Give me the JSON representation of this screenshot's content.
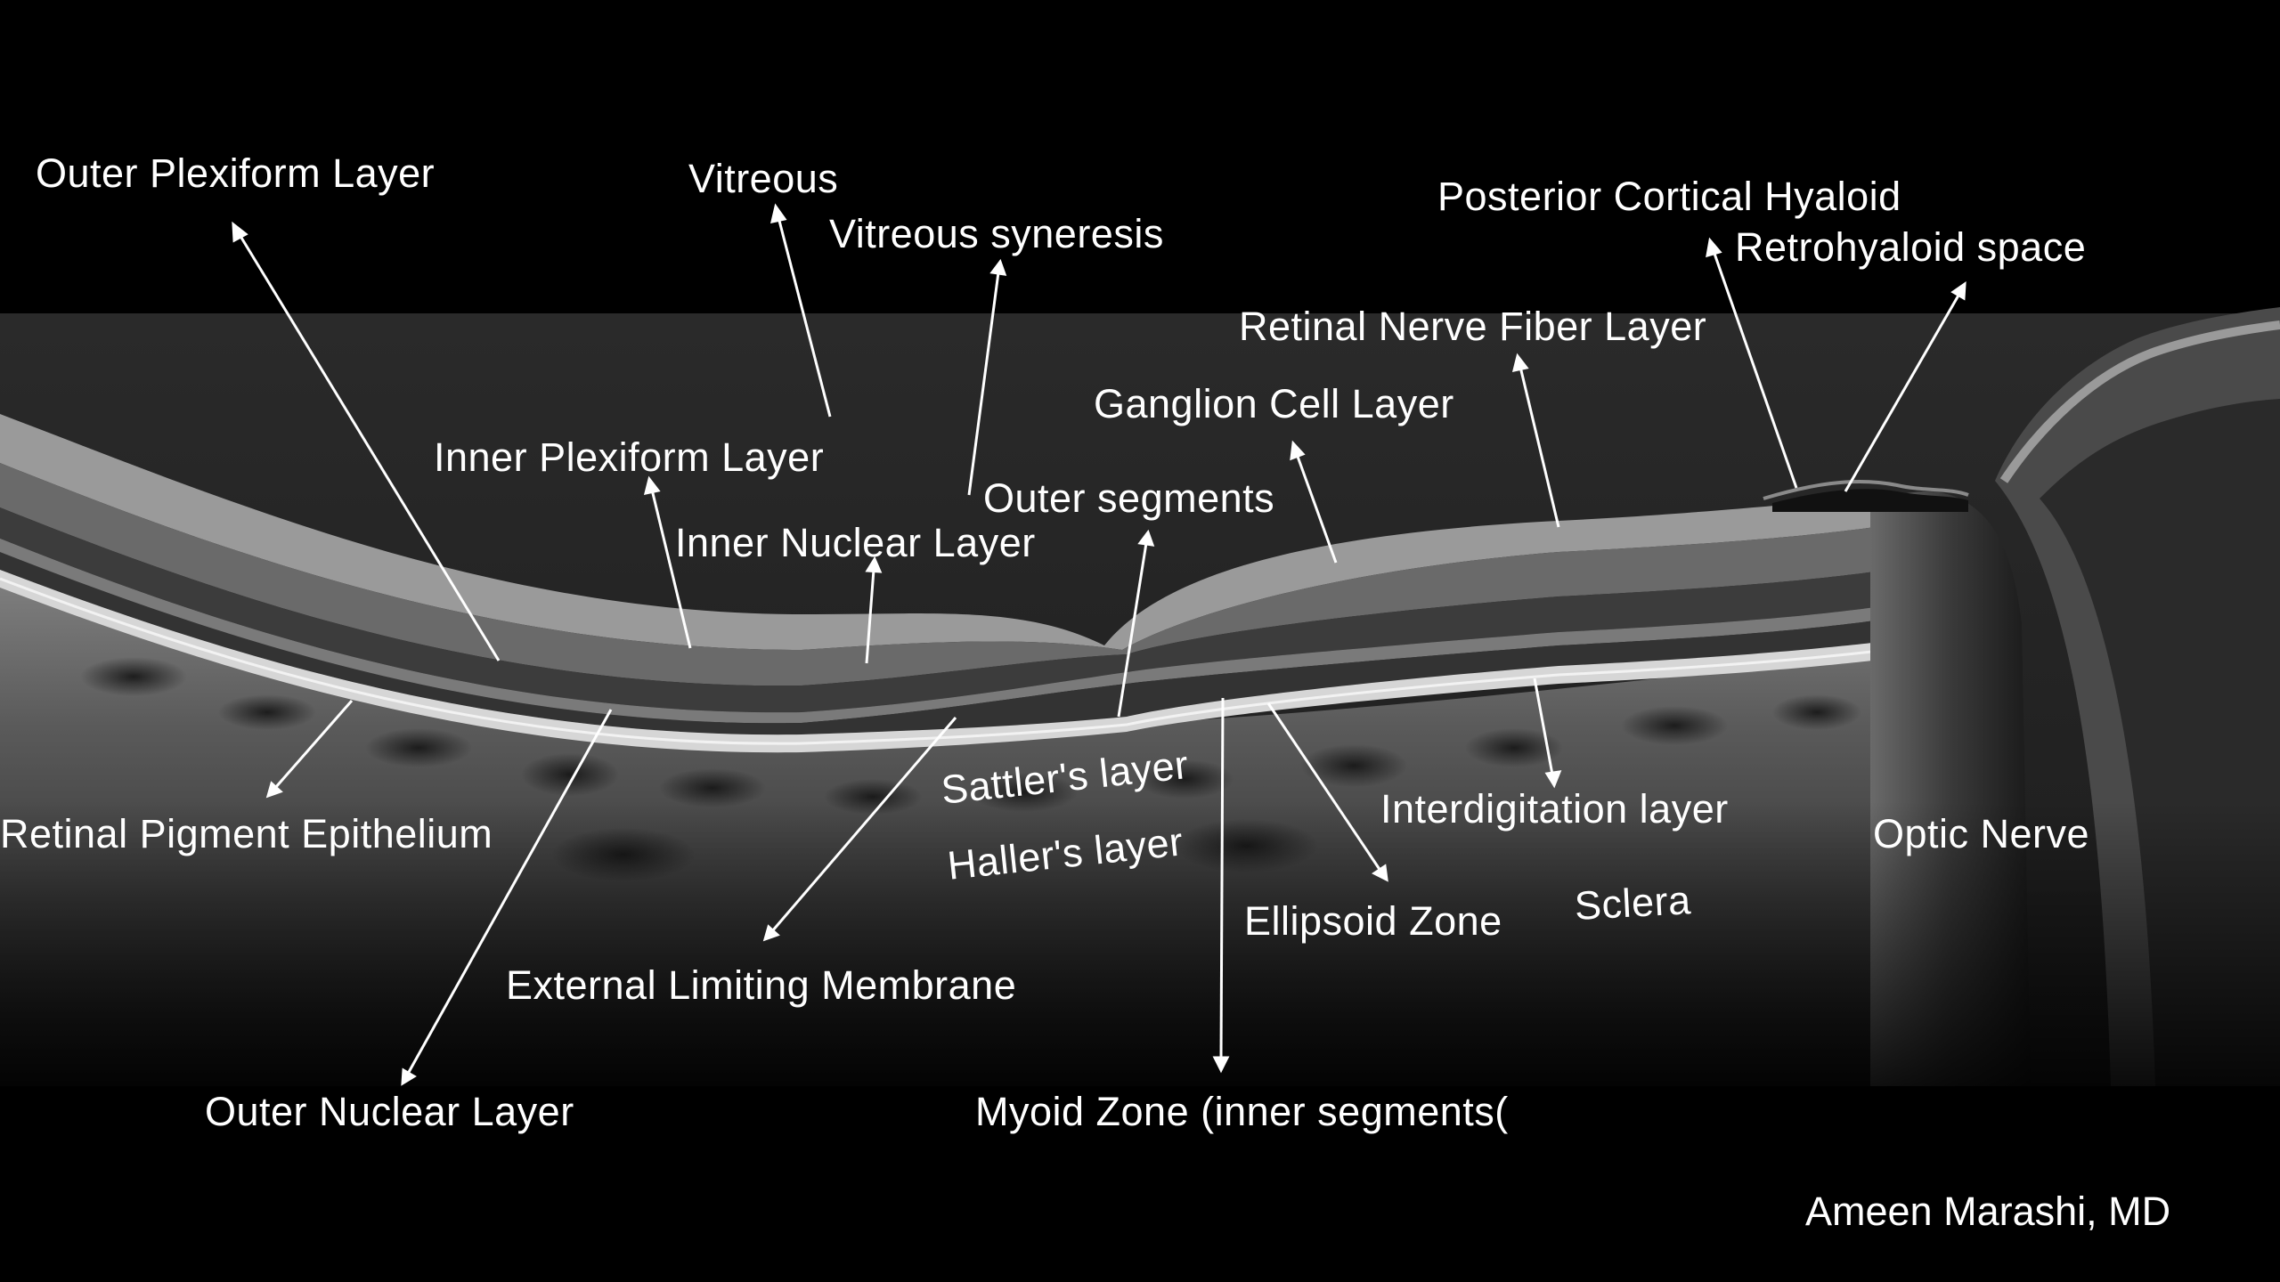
{
  "labels": {
    "outer_plexiform_layer": "Outer Plexiform Layer",
    "vitreous": "Vitreous",
    "vitreous_syneresis": "Vitreous syneresis",
    "posterior_cortical_hyaloid": "Posterior Cortical Hyaloid",
    "retrohyaloid_space": "Retrohyaloid space",
    "retinal_nerve_fiber_layer": "Retinal Nerve Fiber Layer",
    "ganglion_cell_layer": "Ganglion Cell Layer",
    "inner_plexiform_layer": "Inner Plexiform Layer",
    "outer_segments": "Outer segments",
    "inner_nuclear_layer": "Inner Nuclear Layer",
    "retinal_pigment_epithelium": "Retinal Pigment Epithelium",
    "sattlers_layer": "Sattler's layer",
    "hallers_layer": "Haller's layer",
    "interdigitation_layer": "Interdigitation layer",
    "optic_nerve": "Optic Nerve",
    "ellipsoid_zone": "Ellipsoid Zone",
    "sclera": "Sclera",
    "external_limiting_membrane": "External Limiting Membrane",
    "outer_nuclear_layer": "Outer Nuclear Layer",
    "myoid_zone": "Myoid Zone (inner segments("
  },
  "credit": "Ameen Marashi, MD",
  "colors": {
    "background": "#000000",
    "label_text": "#ffffff",
    "arrow": "#ffffff"
  }
}
